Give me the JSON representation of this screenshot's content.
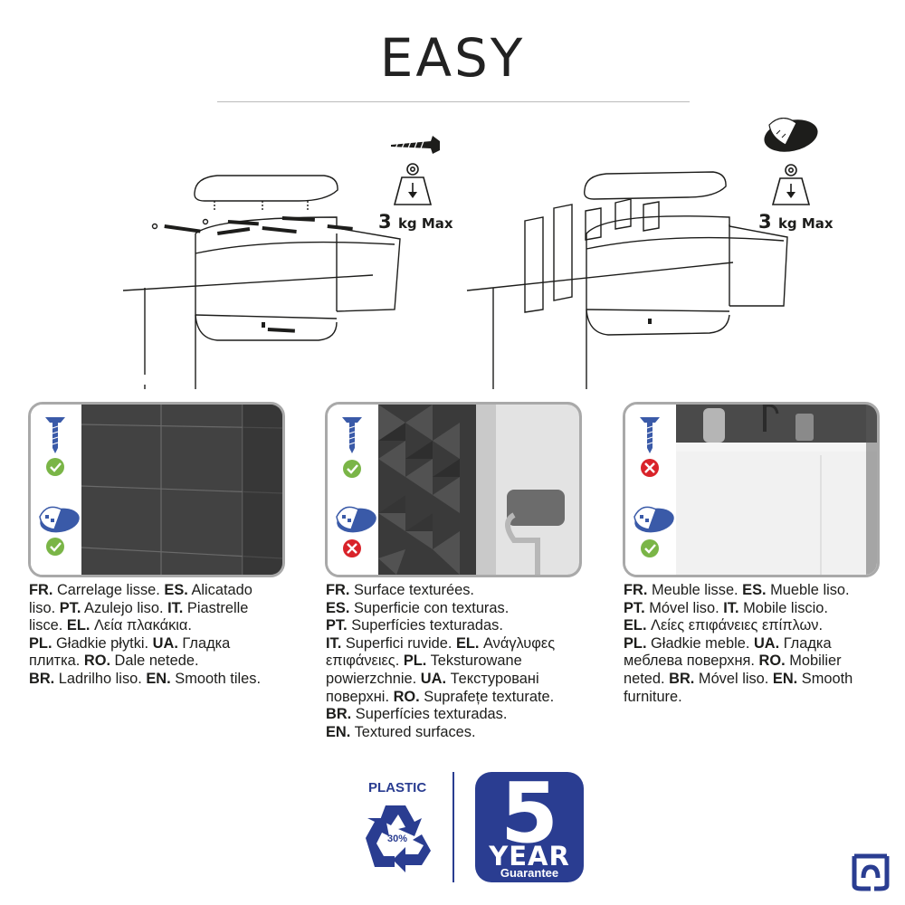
{
  "header": {
    "title": "EASY"
  },
  "install": {
    "screw": {
      "capacity_value": "3",
      "capacity_unit": "kg Max"
    },
    "adhesive": {
      "capacity_value": "3",
      "capacity_unit": "kg Max"
    }
  },
  "surfaces": [
    {
      "id": "smooth-tiles",
      "screw_ok": true,
      "adhesive_ok": true,
      "lines": [
        [
          [
            "FR.",
            "b"
          ],
          [
            " Carrelage lisse. ",
            ""
          ],
          [
            "ES.",
            "b"
          ],
          [
            " Alicatado",
            ""
          ]
        ],
        [
          [
            "liso. ",
            ""
          ],
          [
            "PT.",
            "b"
          ],
          [
            " Azulejo liso. ",
            ""
          ],
          [
            "IT.",
            "b"
          ],
          [
            " Piastrelle",
            ""
          ]
        ],
        [
          [
            "lisce. ",
            ""
          ],
          [
            "EL.",
            "b"
          ],
          [
            " Λεία πλακάκια.",
            ""
          ]
        ],
        [
          [
            "PL.",
            "b"
          ],
          [
            " Gładkie płytki. ",
            ""
          ],
          [
            "UA.",
            "b"
          ],
          [
            " Гладка",
            ""
          ]
        ],
        [
          [
            "плитка. ",
            ""
          ],
          [
            "RO.",
            "b"
          ],
          [
            " Dale netede.",
            ""
          ]
        ],
        [
          [
            "BR.",
            "b"
          ],
          [
            " Ladrilho liso. ",
            ""
          ],
          [
            "EN.",
            "b"
          ],
          [
            " Smooth tiles.",
            ""
          ]
        ]
      ]
    },
    {
      "id": "textured-surfaces",
      "screw_ok": true,
      "adhesive_ok": false,
      "lines": [
        [
          [
            "FR.",
            "b"
          ],
          [
            " Surface texturées.",
            ""
          ]
        ],
        [
          [
            "ES.",
            "b"
          ],
          [
            " Superficie con texturas.",
            ""
          ]
        ],
        [
          [
            "PT.",
            "b"
          ],
          [
            " Superfícies texturadas.",
            ""
          ]
        ],
        [
          [
            "IT.",
            "b"
          ],
          [
            " Superfici ruvide. ",
            ""
          ],
          [
            "EL.",
            "b"
          ],
          [
            " Ανάγλυφες",
            ""
          ]
        ],
        [
          [
            "επιφάνειες. ",
            ""
          ],
          [
            "PL.",
            "b"
          ],
          [
            " Teksturowane",
            ""
          ]
        ],
        [
          [
            "powierzchnie. ",
            ""
          ],
          [
            "UA.",
            "b"
          ],
          [
            " Текстуровані",
            ""
          ]
        ],
        [
          [
            "поверхні. ",
            ""
          ],
          [
            "RO.",
            "b"
          ],
          [
            " Suprafețe texturate.",
            ""
          ]
        ],
        [
          [
            "BR.",
            "b"
          ],
          [
            " Superfícies texturadas.",
            ""
          ]
        ],
        [
          [
            "EN.",
            "b"
          ],
          [
            " Textured surfaces.",
            ""
          ]
        ]
      ]
    },
    {
      "id": "smooth-furniture",
      "screw_ok": false,
      "adhesive_ok": true,
      "lines": [
        [
          [
            "FR.",
            "b"
          ],
          [
            " Meuble lisse. ",
            ""
          ],
          [
            "ES.",
            "b"
          ],
          [
            " Mueble liso.",
            ""
          ]
        ],
        [
          [
            "PT.",
            "b"
          ],
          [
            " Móvel liso. ",
            ""
          ],
          [
            "IT.",
            "b"
          ],
          [
            " Mobile liscio.",
            ""
          ]
        ],
        [
          [
            "EL.",
            "b"
          ],
          [
            " Λείες επιφάνειες επίπλων.",
            ""
          ]
        ],
        [
          [
            "PL.",
            "b"
          ],
          [
            " Gładkie meble. ",
            ""
          ],
          [
            "UA.",
            "b"
          ],
          [
            " Гладка",
            ""
          ]
        ],
        [
          [
            "меблева поверхня. ",
            ""
          ],
          [
            "RO.",
            "b"
          ],
          [
            " Mobilier",
            ""
          ]
        ],
        [
          [
            "neted. ",
            ""
          ],
          [
            "BR.",
            "b"
          ],
          [
            " Móvel liso. ",
            ""
          ],
          [
            "EN.",
            "b"
          ],
          [
            " Smooth",
            ""
          ]
        ],
        [
          [
            "furniture.",
            ""
          ]
        ]
      ]
    }
  ],
  "footer": {
    "plastic_label": "PLASTIC",
    "recycled_percent": "30%",
    "warranty_number": "5",
    "warranty_unit": "YEAR",
    "warranty_label": "Guarantee"
  },
  "colors": {
    "brand_blue": "#2a3d91",
    "ok_green": "#7ab547",
    "no_red": "#d9232a",
    "icon_blue": "#3a5aa8"
  }
}
